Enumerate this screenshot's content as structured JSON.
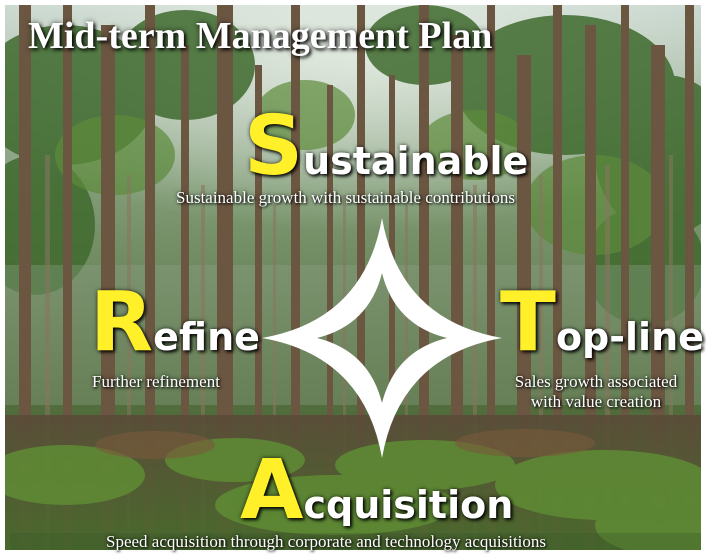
{
  "title": "Mid-term Management Plan",
  "pillars": {
    "sustainable": {
      "initial": "S",
      "rest": "ustainable",
      "description": "Sustainable growth with sustainable contributions"
    },
    "refine": {
      "initial": "R",
      "rest": "efine",
      "description": "Further refinement"
    },
    "topline": {
      "initial": "T",
      "rest": "op-line",
      "description_line1": "Sales growth associated",
      "description_line2": "with value creation"
    },
    "acquisition": {
      "initial": "A",
      "rest": "cquisition",
      "description": "Speed acquisition through corporate and technology acquisitions"
    }
  },
  "colors": {
    "initial_letter": "#fff02a",
    "text": "#ffffff",
    "star": "#ffffff"
  },
  "icons": {
    "center": "four-point-star-icon"
  }
}
